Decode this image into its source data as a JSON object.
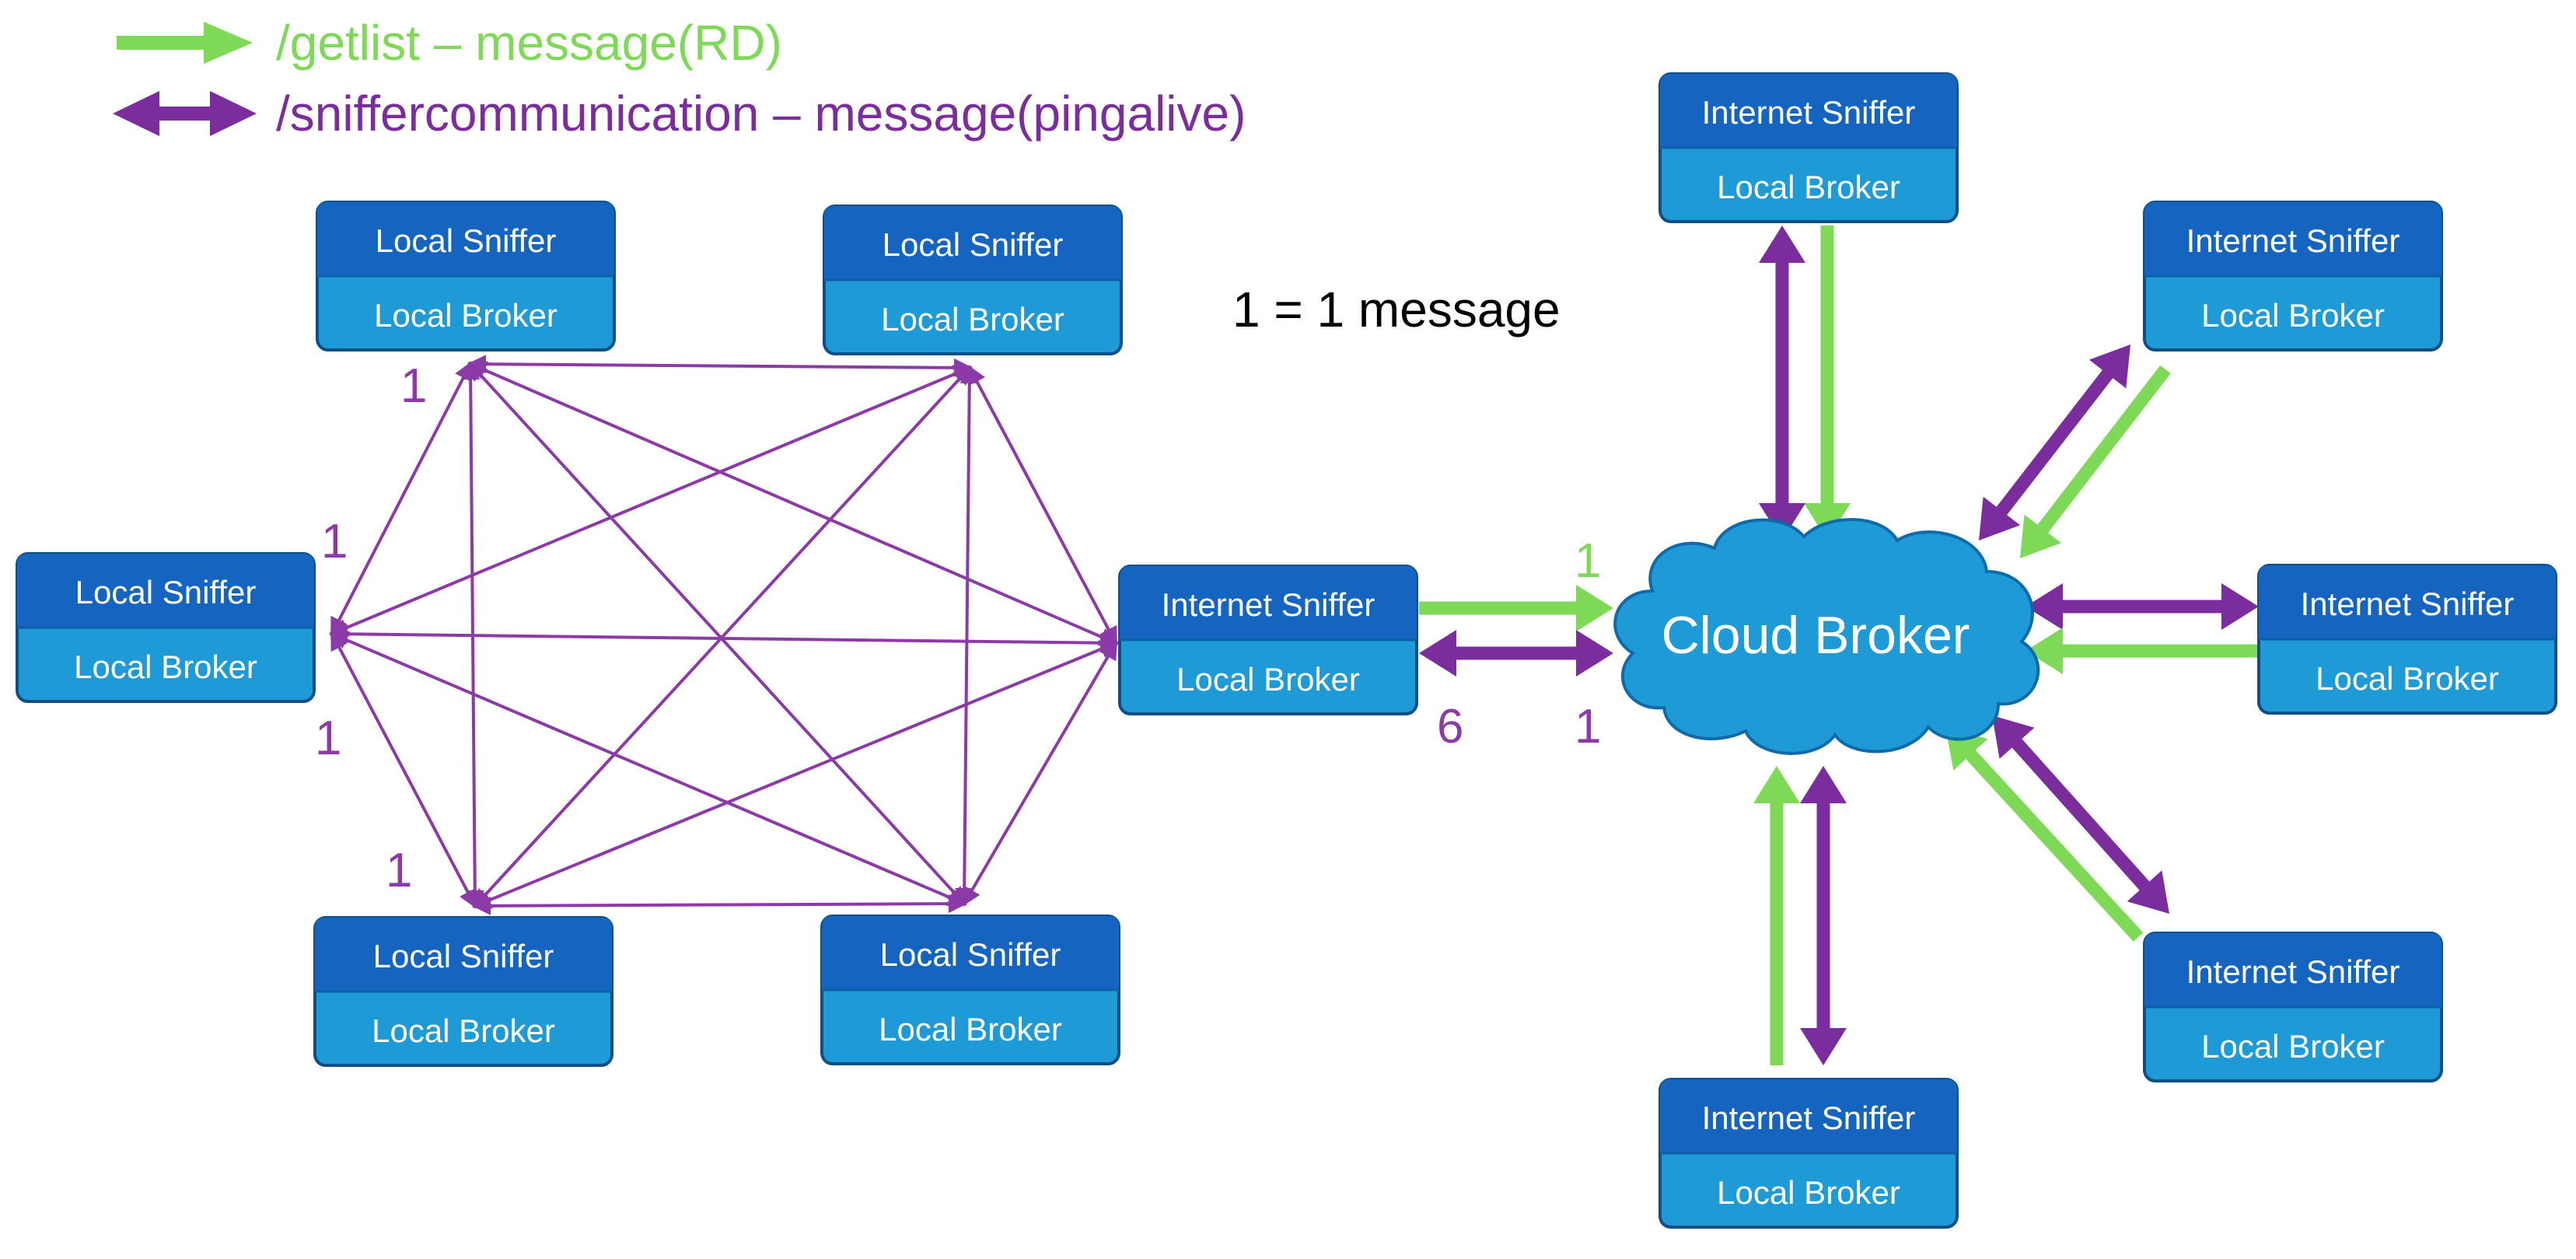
{
  "colors": {
    "green": "#7ed957",
    "purple": "#7b2d9e",
    "node_top": "#1565c0",
    "node_bottom": "#1e9bd7",
    "node_border": "#0d4f86",
    "cloud_fill": "#1e9bd7",
    "cloud_border": "#0e6aa8"
  },
  "legend": {
    "getlist": "/getlist – message(RD)",
    "sniffercommunication": "/sniffercommunication – message(pingalive)"
  },
  "note": "1 = 1 message",
  "cloud": {
    "label": "Cloud Broker"
  },
  "local_sniffers": [
    {
      "top": "Local Sniffer",
      "bottom": "Local Broker"
    },
    {
      "top": "Local Sniffer",
      "bottom": "Local Broker"
    },
    {
      "top": "Local Sniffer",
      "bottom": "Local Broker"
    },
    {
      "top": "Local Sniffer",
      "bottom": "Local Broker"
    },
    {
      "top": "Local Sniffer",
      "bottom": "Local Broker"
    }
  ],
  "center_sniffer": {
    "top": "Internet Sniffer",
    "bottom": "Local Broker"
  },
  "internet_sniffers": [
    {
      "top": "Internet Sniffer",
      "bottom": "Local Broker"
    },
    {
      "top": "Internet Sniffer",
      "bottom": "Local Broker"
    },
    {
      "top": "Internet Sniffer",
      "bottom": "Local Broker"
    },
    {
      "top": "Internet Sniffer",
      "bottom": "Local Broker"
    },
    {
      "top": "Internet Sniffer",
      "bottom": "Local Broker"
    }
  ],
  "counts": {
    "mesh_top_left": "1",
    "mesh_left_upper": "1",
    "mesh_left_lower": "1",
    "mesh_bottom_left": "1",
    "green_to_cloud": "1",
    "purple_center": "6",
    "purple_cloud": "1"
  }
}
